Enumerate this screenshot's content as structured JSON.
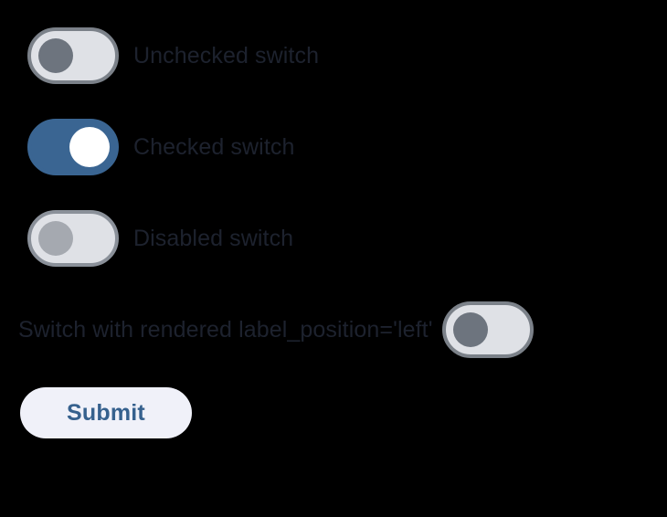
{
  "page": {
    "background_color": "#000000"
  },
  "colors": {
    "switch_on_track": "#3a6592",
    "switch_off_track": "#dfe1e6",
    "switch_off_border": "#7b8189",
    "switch_off_thumb": "#6d747e",
    "switch_disabled_thumb": "#a5a9b0",
    "switch_on_thumb": "#ffffff",
    "label_text": "#1d222e",
    "button_background": "#f0f1f9",
    "button_text": "#36618e"
  },
  "switches": [
    {
      "id": "unchecked-switch",
      "label": "Unchecked switch",
      "state": "off",
      "checked": false,
      "disabled": false,
      "label_position": "right"
    },
    {
      "id": "checked-switch",
      "label": "Checked switch",
      "state": "on",
      "checked": true,
      "disabled": false,
      "label_position": "right"
    },
    {
      "id": "disabled-switch",
      "label": "Disabled switch",
      "state": "off",
      "checked": false,
      "disabled": true,
      "label_position": "right"
    },
    {
      "id": "left-label-switch",
      "label": "Switch with rendered label_position='left'",
      "state": "off",
      "checked": false,
      "disabled": false,
      "label_position": "left"
    }
  ],
  "form": {
    "submit_label": "Submit"
  }
}
